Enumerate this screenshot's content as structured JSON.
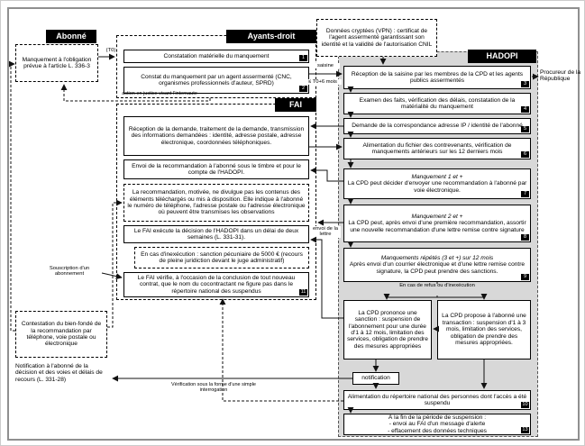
{
  "diagram": {
    "abonne": {
      "header": "Abonné",
      "box": "Manquement à l'obligation prévue à l'article L. 336-3"
    },
    "ayants_droit": {
      "header": "Ayants-droit",
      "box1": {
        "text": "Constatation matérielle du manquement",
        "num": "1"
      },
      "box2": {
        "text": "Constat du manquement par un agent assermenté (CNC, organismes professionnels d'auteur, SPRD)",
        "num": "2"
      }
    },
    "vpn_note": "Données cryptées (VPN) : certificat de l'agent assermenté garantissant son identité et la validité de l'autorisation CNIL",
    "procureur": "Procureur de la République",
    "hadopi": {
      "header": "HADOPI",
      "reception": {
        "text": "Réception de la saisine par les membres de la CPD et les agents publics assermentés",
        "num": "3"
      },
      "examen": {
        "text": "Examen des faits, vérification des délais, constatation de la matérialité du manquement",
        "num": "4"
      },
      "demande": {
        "text": "Demande de la correspondance adresse IP / identité de l'abonné",
        "num": "5"
      },
      "fichier": {
        "text": "Alimentation du fichier des contrevenants, vérification de manquements antérieurs sur les 12 derniers mois",
        "num": "6"
      },
      "manquement1": {
        "title": "Manquement 1 et +",
        "text": "La CPD peut décider d'envoyer une recommandation à l'abonné par voie électronique.",
        "num": "7"
      },
      "manquement2": {
        "title": "Manquement 2 et +",
        "text": "La CPD peut, après envoi d'une première recommandation, assortir une nouvelle recommandation d'une lettre remise contre signature",
        "num": "8"
      },
      "manquement3": {
        "title": "Manquements répétés (3 et +) sur 12 mois",
        "text": "Après envoi d'un courrier électronique et d'une lettre remise contre signature, la CPD peut prendre des sanctions.",
        "num": "9"
      },
      "refus_label": "En cas de refus ou d'inexécution",
      "sanction": "La CPD prononce une sanction : suspension de l'abonnement pour une durée d'1 à 12 mois, limitation des services, obligation de prendre des mesures appropriées",
      "transaction": "La CPD propose à l'abonné une transaction : suspension d'1 à 3 mois, limitation des services, obligation de prendre des mesures appropriées.",
      "notification": "notification",
      "repertoire": {
        "text": "Alimentation du répertoire national des personnes dont l'accès a été suspendu",
        "num": "10"
      },
      "fin": {
        "title": "À la fin de la période de suspension :",
        "ligne1": "- envoi au FAI d'un message d'alerte",
        "ligne2": "- effacement des données techniques",
        "num": "13"
      }
    },
    "fai": {
      "header": "FAI",
      "reception": "Réception de la demande, traitement de la demande, transmission des informations demandées : identité, adresse postale, adresse électronique, coordonnées téléphoniques.",
      "envoi": "Envoi de la recommandation à l'abonné sous le timbre et pour le compte de l'HADOPI.",
      "recommandation": "La recommandation, motivée, ne divulgue pas les contenus des éléments téléchargés ou mis à disposition. Elle indique à l'abonné le numéro de téléphone, l'adresse postale ou l'adresse électronique où peuvent être transmises les observations",
      "execute": "Le FAI exécute la décision de l'HADOPI dans un délai de deux semaines (L. 331-31).",
      "inexecution": "En cas d'inexécution : sanction pécuniaire de 5000 € (recours de pleine juridiction devant le juge administratif)",
      "verifie": {
        "text": "Le FAI vérifie, à l'occasion de la conclusion de tout nouveau contrat, que le nom du cocontractant ne figure pas dans le répertoire national des suspendus",
        "num": "11"
      }
    },
    "labels": {
      "t0": "(T0)",
      "saisine": "saisine",
      "delai": "≤ T0+6 mois",
      "action_justice": "action en justice visant l'internaute",
      "envoi_lettre": "envoi de la lettre",
      "souscription": "Souscription d'un abonnement",
      "verification": "Vérification sous la forme d'une simple interrogation",
      "contestation": "Contestation du bien-fondé de la recommandation par téléphone, voie postale ou électronique",
      "notification_abonne": "Notification à l'abonné de la décision et des voies et délais de recours (L. 331-28)"
    }
  }
}
